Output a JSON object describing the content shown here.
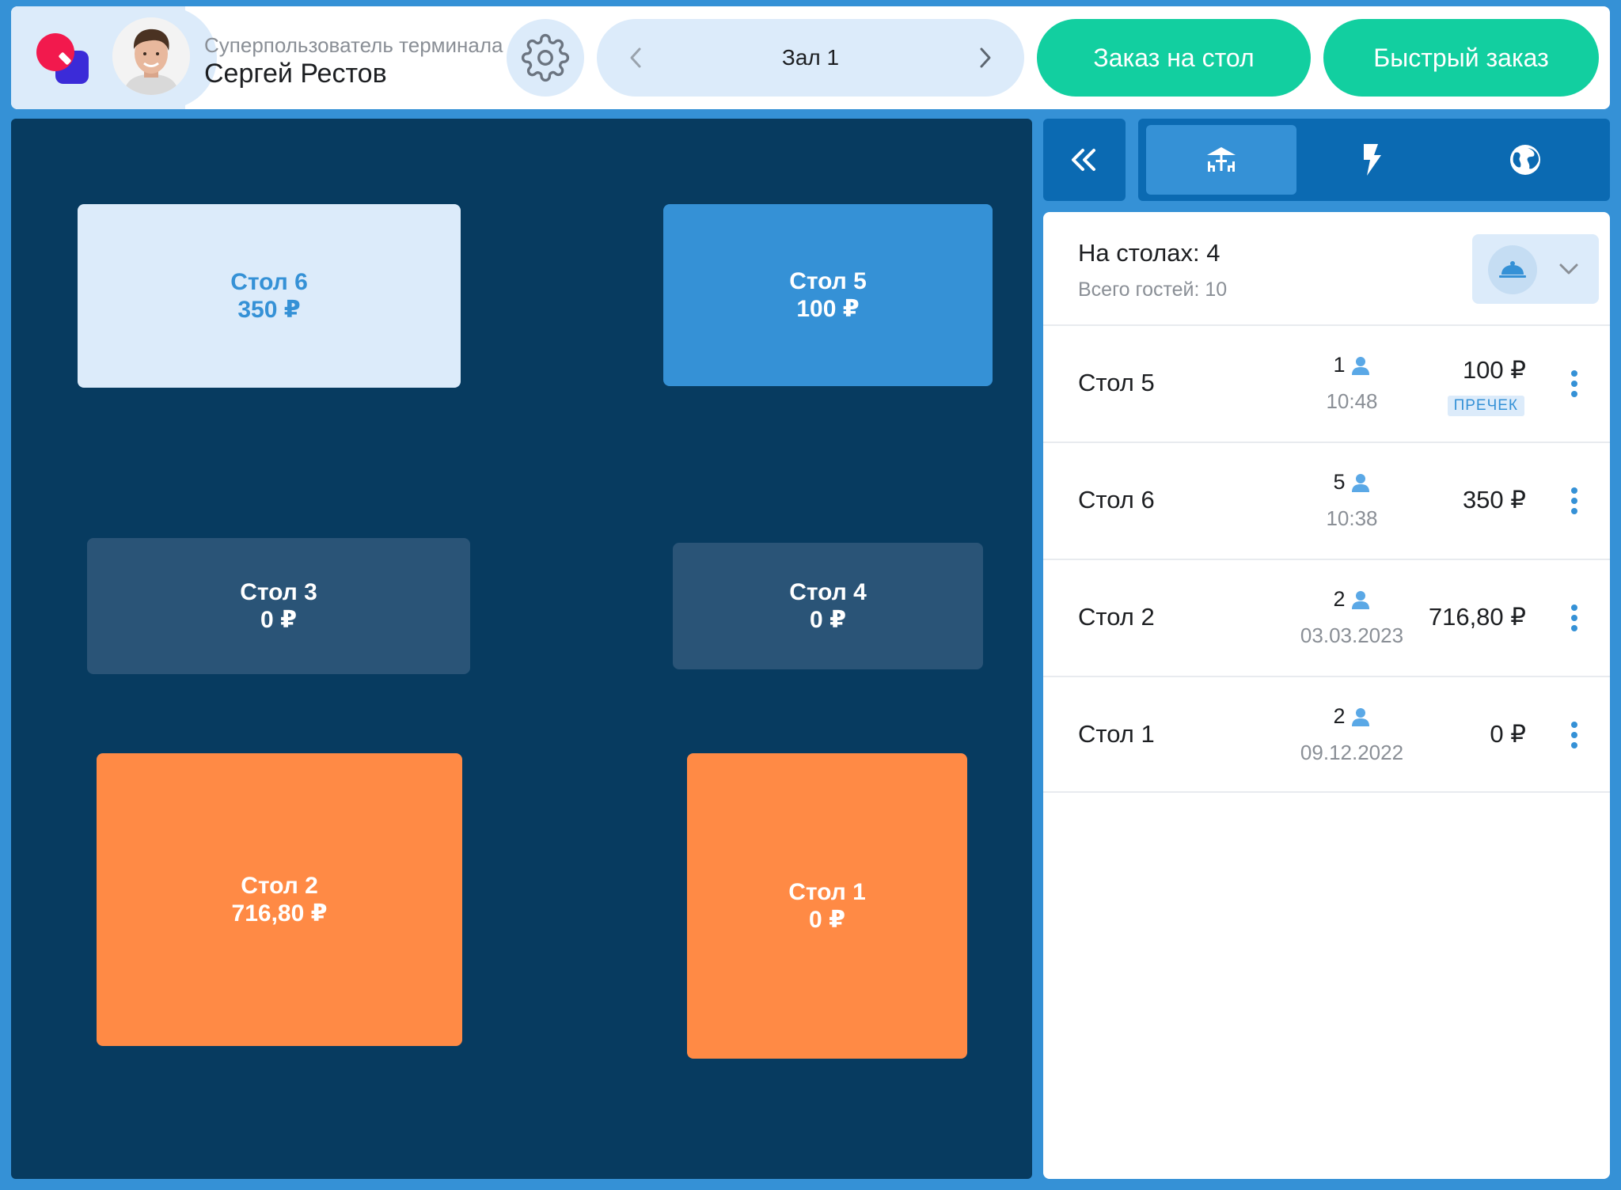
{
  "header": {
    "user_role": "Суперпользователь терминала",
    "user_name": "Сергей Рестов",
    "hall": "Зал 1",
    "table_order_label": "Заказ на стол",
    "quick_order_label": "Быстрый заказ",
    "icons": [
      "app-logo-icon",
      "gear-icon",
      "chevron-left-icon",
      "chevron-right-icon"
    ]
  },
  "floor": {
    "tables": [
      {
        "name": "Стол 6",
        "amount": "350 ₽"
      },
      {
        "name": "Стол 5",
        "amount": "100 ₽"
      },
      {
        "name": "Стол 3",
        "amount": "0 ₽"
      },
      {
        "name": "Стол 4",
        "amount": "0 ₽"
      },
      {
        "name": "Стол 2",
        "amount": "716,80 ₽"
      },
      {
        "name": "Стол 1",
        "amount": "0 ₽"
      }
    ]
  },
  "sidebar": {
    "tabs": [
      "tables-icon",
      "lightning-icon",
      "globe-icon"
    ],
    "summary_title": "На столах: 4",
    "summary_guests": "Всего гостей: 10",
    "orders": [
      {
        "name": "Стол 5",
        "guests": "1",
        "time": "10:48",
        "amount": "100 ₽",
        "badge": "ПРЕЧЕК"
      },
      {
        "name": "Стол 6",
        "guests": "5",
        "time": "10:38",
        "amount": "350 ₽"
      },
      {
        "name": "Стол 2",
        "guests": "2",
        "time": "03.03.2023",
        "amount": "716,80 ₽"
      },
      {
        "name": "Стол 1",
        "guests": "2",
        "time": "09.12.2022",
        "amount": "0 ₽"
      }
    ]
  },
  "colors": {
    "background": "#3591d6",
    "floor": "#073b60",
    "accent_green": "#12cfa0",
    "table_free": "#2a5477",
    "table_busy": "#ff8a45",
    "table_precheck": "#3591d6",
    "table_light": "#dcebfa"
  }
}
